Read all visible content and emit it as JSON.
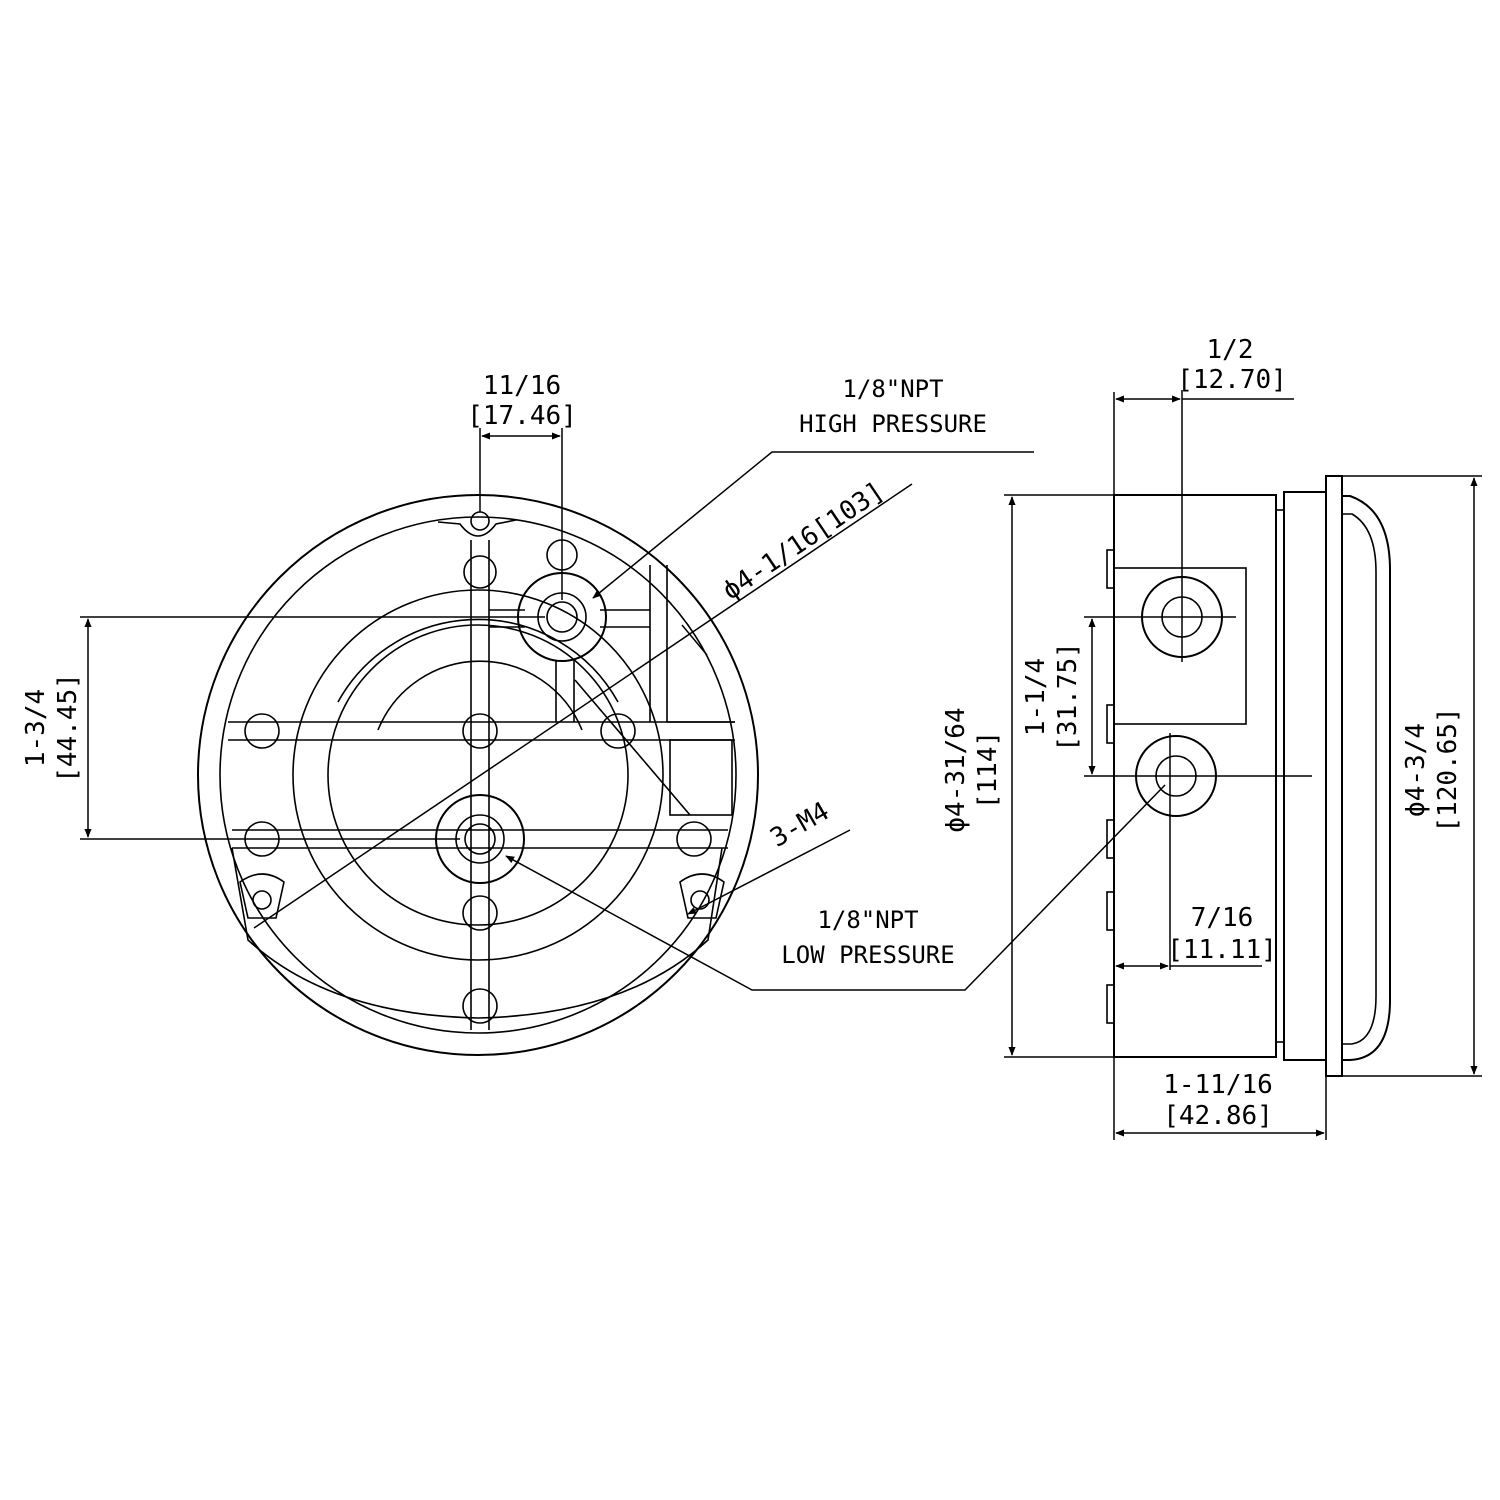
{
  "figure": {
    "background": "#ffffff",
    "line_color": "#000000"
  },
  "labels": {
    "port_spacing_frac": "11/16",
    "port_spacing_mm": "[17.46]",
    "high_pressure_thread": "1/8\"NPT",
    "high_pressure_name": "HIGH PRESSURE",
    "bolt_circle": "ϕ4-1/16[103]",
    "port_offset_frac": "1-3/4",
    "port_offset_mm": "[44.45]",
    "mount_screws": "3-M4",
    "low_pressure_thread": "1/8\"NPT",
    "low_pressure_name": "LOW PRESSURE",
    "side_offset_frac": "1/2",
    "side_offset_mm": "[12.70]",
    "body_diameter_frac": "ϕ4-31/64",
    "body_diameter_mm": "[114]",
    "side_port_spacing_frac": "1-1/4",
    "side_port_spacing_mm": "[31.75]",
    "low_offset_frac": "7/16",
    "low_offset_mm": "[11.11]",
    "depth_frac": "1-11/16",
    "depth_mm": "[42.86]",
    "bezel_diameter_frac": "ϕ4-3/4",
    "bezel_diameter_mm": "[120.65]"
  }
}
